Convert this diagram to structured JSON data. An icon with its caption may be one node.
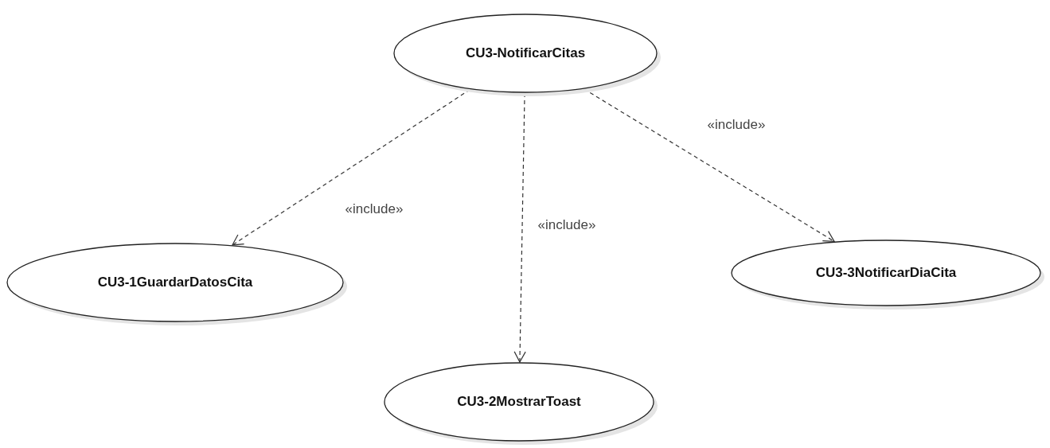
{
  "diagram": {
    "nodes": [
      {
        "text": [
          "CU3-NotificarCitas"
        ]
      },
      {
        "text": [
          "CU3-1GuardarDatosCita"
        ]
      },
      {
        "text": [
          "CU3-2MostrarToast"
        ]
      },
      {
        "text": [
          "CU3-3NotificarDiaCita"
        ]
      }
    ],
    "edges": [
      {
        "from": 0,
        "to": 1,
        "arrow": "to",
        "label": "«include»",
        "style": "dashed"
      },
      {
        "from": 0,
        "to": 2,
        "arrow": "to",
        "label": "«include»",
        "style": "dashed"
      },
      {
        "from": 0,
        "to": 3,
        "arrow": "to",
        "label": "«include»",
        "style": "dashed"
      }
    ]
  }
}
